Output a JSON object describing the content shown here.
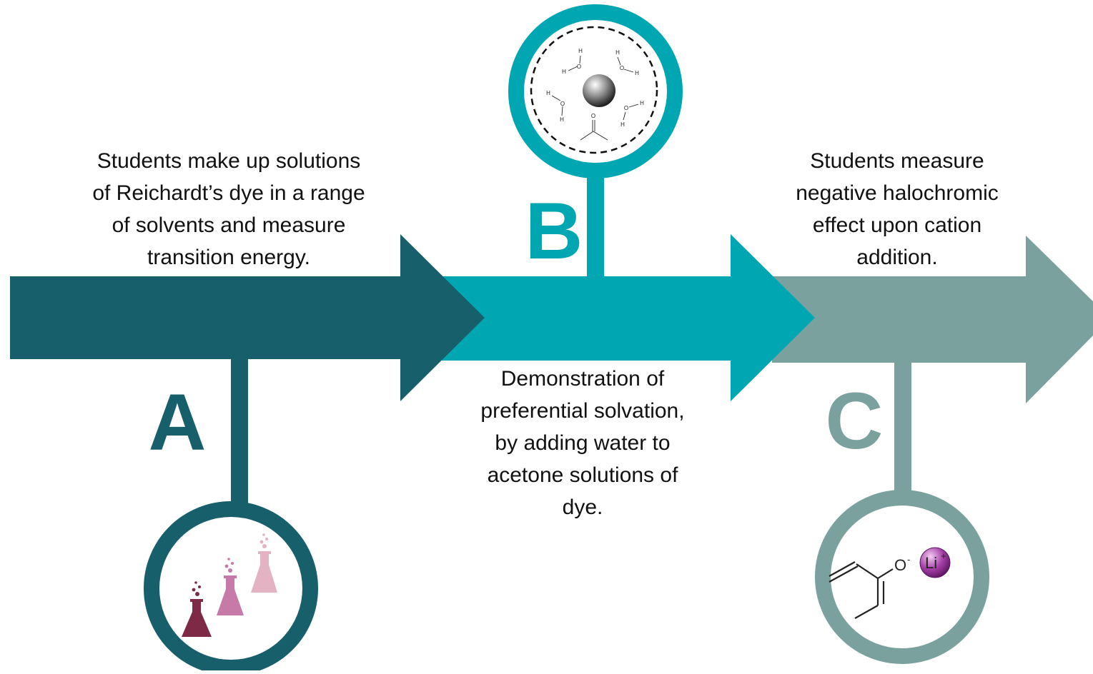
{
  "colors": {
    "stage_a": "#17606b",
    "stage_b": "#00a7b2",
    "stage_c": "#7aa19e",
    "flask_dark": "#7e2a47",
    "flask_mid": "#c77aa8",
    "flask_light": "#e3b3c3",
    "lithium_ion": "#8c2f91"
  },
  "stages": [
    {
      "letter": "A",
      "caption": "Students make up solutions\nof Reichardt’s dye in a range\nof solvents and measure\ntransition energy.",
      "icon": "flasks-icon"
    },
    {
      "letter": "B",
      "caption": "Demonstration of\npreferential solvation,\nby adding water to\nacetone solutions of\ndye.",
      "icon": "solvation-shell-icon"
    },
    {
      "letter": "C",
      "caption": "Students measure\nnegative halochromic\neffect upon cation\naddition.",
      "icon": "lithium-enolate-icon"
    }
  ],
  "solvation_diagram": {
    "atoms": {
      "hydrogen": "H",
      "oxygen": "O"
    }
  },
  "enolate_diagram": {
    "oxygen": "O",
    "charge_minus": "-",
    "cation": "Li",
    "charge_plus": "+"
  }
}
